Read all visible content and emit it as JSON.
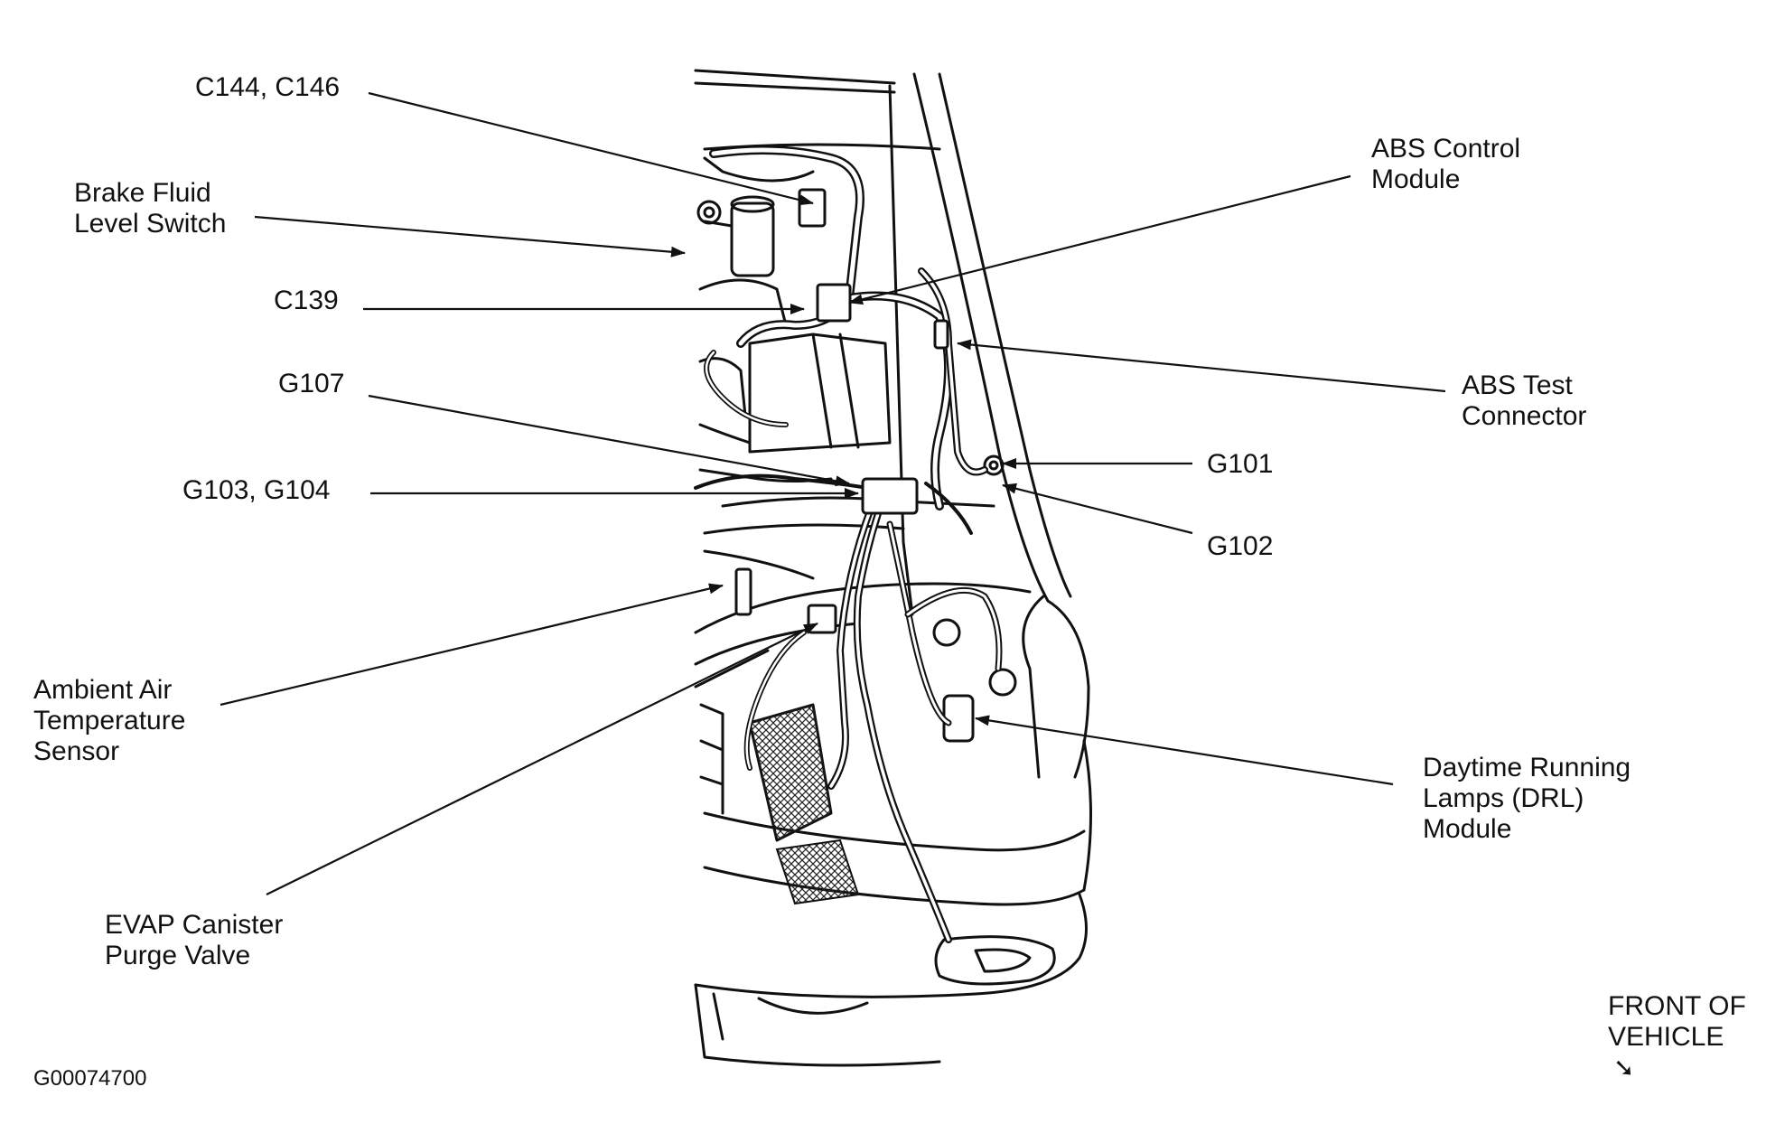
{
  "labels": {
    "c144_c146": "C144, C146",
    "brake_fluid": [
      "Brake Fluid",
      "Level Switch"
    ],
    "c139": "C139",
    "g107": "G107",
    "g103_g104": "G103, G104",
    "ambient_air": [
      "Ambient Air",
      "Temperature",
      "Sensor"
    ],
    "evap": [
      "EVAP Canister",
      "Purge Valve"
    ],
    "abs_module": [
      "ABS Control",
      "Module"
    ],
    "abs_test": [
      "ABS Test",
      "Connector"
    ],
    "g101": "G101",
    "g102": "G102",
    "drl": [
      "Daytime Running",
      "Lamps (DRL)",
      "Module"
    ],
    "front_of_vehicle": [
      "FRONT OF",
      "VEHICLE"
    ]
  },
  "figure_code": "G00074700",
  "colors": {
    "ink": "#111111",
    "background": "#ffffff"
  },
  "icons": {
    "front_arrow": "down-right-arrow-icon"
  }
}
